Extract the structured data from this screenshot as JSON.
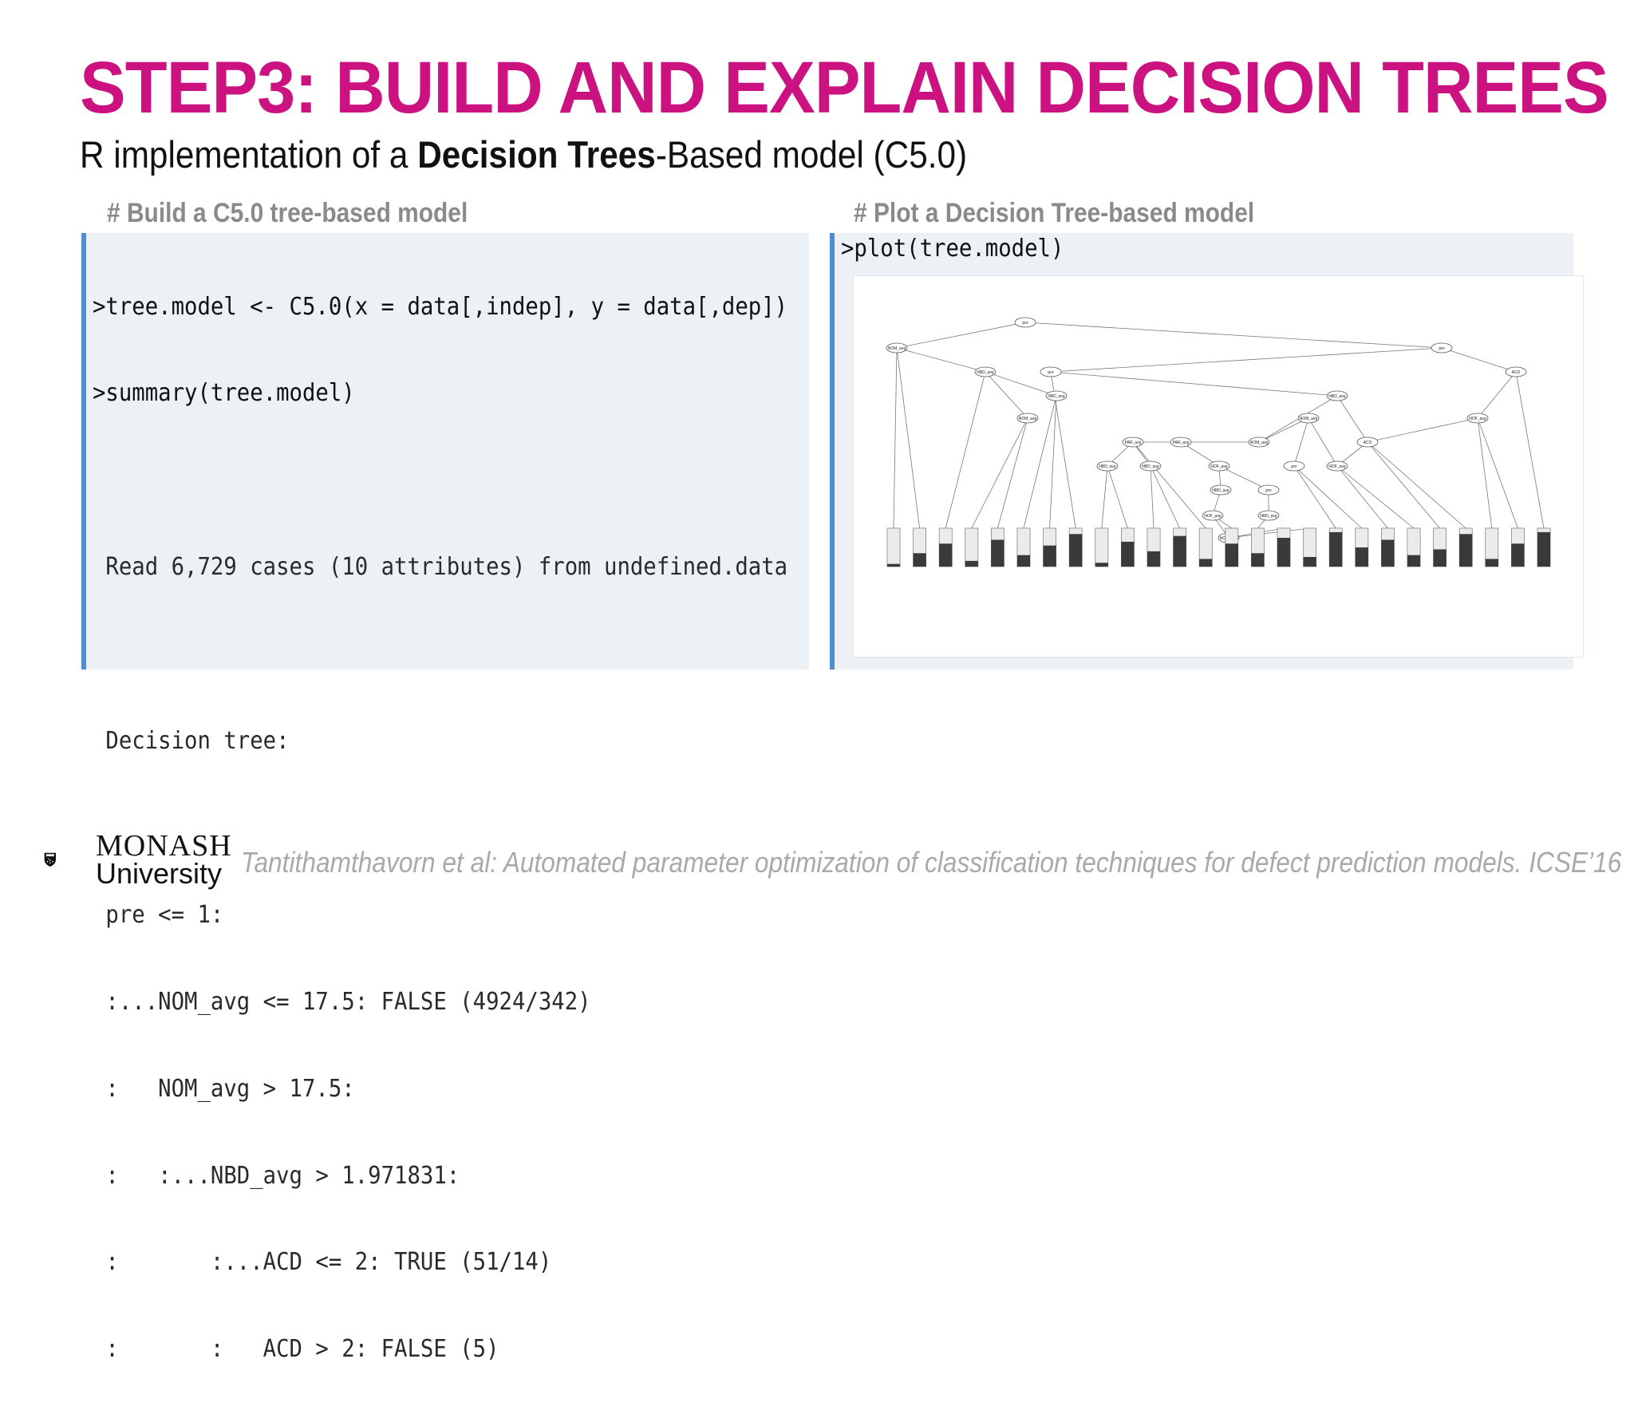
{
  "slide": {
    "title": "STEP3: BUILD AND EXPLAIN DECISION TREES",
    "subtitle_pre": "R implementation of a ",
    "subtitle_bold": "Decision Trees",
    "subtitle_post": "-Based model (C5.0)"
  },
  "left_panel": {
    "heading": "# Build a C5.0 tree-based model",
    "lines": [
      ">tree.model <- C5.0(x = data[,indep], y = data[,dep])",
      ">summary(tree.model)",
      "",
      " Read 6,729 cases (10 attributes) from undefined.data",
      "",
      " Decision tree:",
      "",
      " pre <= 1:",
      " :...NOM_avg <= 17.5: FALSE (4924/342)",
      " :   NOM_avg > 17.5:",
      " :   :...NBD_avg > 1.971831:",
      " :       :...ACD <= 2: TRUE (51/14)",
      " :       :   ACD > 2: FALSE (5)"
    ]
  },
  "right_panel": {
    "heading": "# Plot a Decision Tree-based model",
    "command": ">plot(tree.model)",
    "tree_nodes": [
      "pre",
      "NOM_avg",
      "pre",
      "NBD_avg",
      "NBD_avg",
      "pre",
      "NBD_avg",
      "ACD",
      "NOM_avg",
      "NOM_avg",
      "NOM_avg",
      "PAR_avg",
      "ACD",
      "NOF_avg",
      "PAR_avg",
      "pre",
      "NOF_avg",
      "NOF_avg",
      "NBD_avg",
      "NBD_avg",
      "NBD_avg",
      "pre",
      "NOF_avg",
      "NBD_avg",
      "NOM_avg"
    ]
  },
  "footer": {
    "logo_name": "MONASH",
    "logo_sub": "University",
    "citation": "Tantithamthavorn et al: Automated parameter optimization of classification techniques for defect prediction models. ICSE’16"
  },
  "colors": {
    "title": "#cc1280",
    "panel_bg": "#ecf1f6",
    "panel_border": "#4f8fcf",
    "heading": "#8a8a8a",
    "citation": "#a9a9a9"
  }
}
